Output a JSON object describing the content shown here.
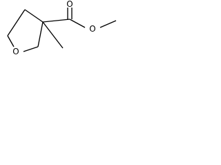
{
  "structure": {
    "atoms": [
      {
        "id": "ring_oxygen",
        "label": "O"
      },
      {
        "id": "carbonyl_oxygen",
        "label": "O"
      },
      {
        "id": "ester_oxygen",
        "label": "O"
      }
    ],
    "colors": {
      "bond": "#000000",
      "label": "#000000",
      "background": "#ffffff"
    }
  }
}
